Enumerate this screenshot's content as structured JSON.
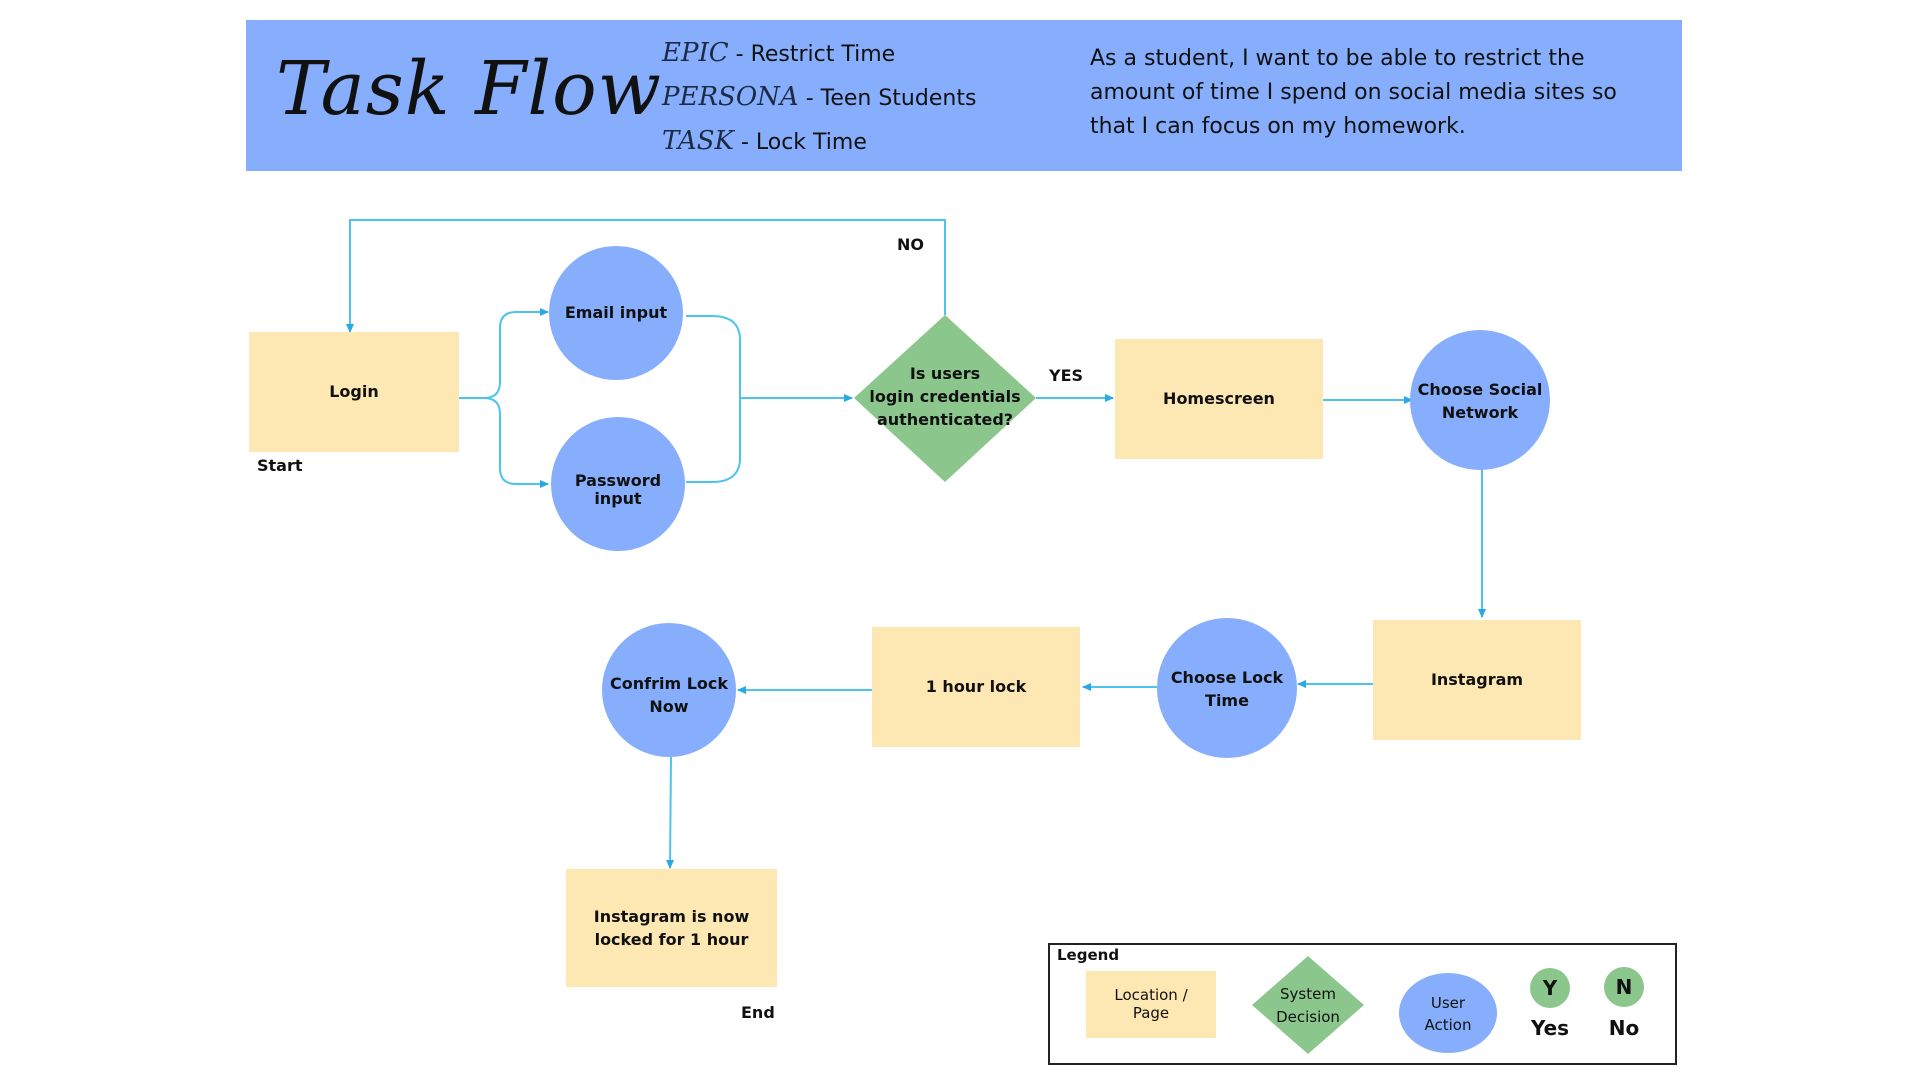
{
  "header": {
    "title": "Task Flow",
    "epic_key": "EPIC",
    "epic_value": "- Restrict Time",
    "persona_key": "PERSONA",
    "persona_value": "- Teen Students",
    "task_key": "TASK",
    "task_value": "- Lock Time",
    "user_story": "As a student, I want to be able to restrict the amount of time I spend on social media sites so that I can focus on my homework."
  },
  "flow": {
    "login": "Login",
    "start": "Start",
    "email": "Email input",
    "password_1": "Password",
    "password_2": "input",
    "decision_1": "Is users",
    "decision_2": "login credentials",
    "decision_3": "authenticated?",
    "no": "NO",
    "yes": "YES",
    "homescreen": "Homescreen",
    "choose_social_1": "Choose Social",
    "choose_social_2": "Network",
    "instagram": "Instagram",
    "choose_lock_1": "Choose Lock",
    "choose_lock_2": "Time",
    "hour_lock": "1 hour lock",
    "confirm_1": "Confrim Lock",
    "confirm_2": "Now",
    "locked_1": "Instagram is now",
    "locked_2": "locked for 1 hour",
    "end": "End"
  },
  "legend": {
    "title": "Legend",
    "location_1": "Location /",
    "location_2": "Page",
    "system_1": "System",
    "system_2": "Decision",
    "user_1": "User",
    "user_2": "Action",
    "yes_letter": "Y",
    "yes_label": "Yes",
    "no_letter": "N",
    "no_label": "No"
  },
  "colors": {
    "banner": "#86aefd",
    "page": "#fde7b3",
    "action": "#86aefd",
    "decision": "#8bc68d",
    "connector": "#4fc3f0"
  }
}
